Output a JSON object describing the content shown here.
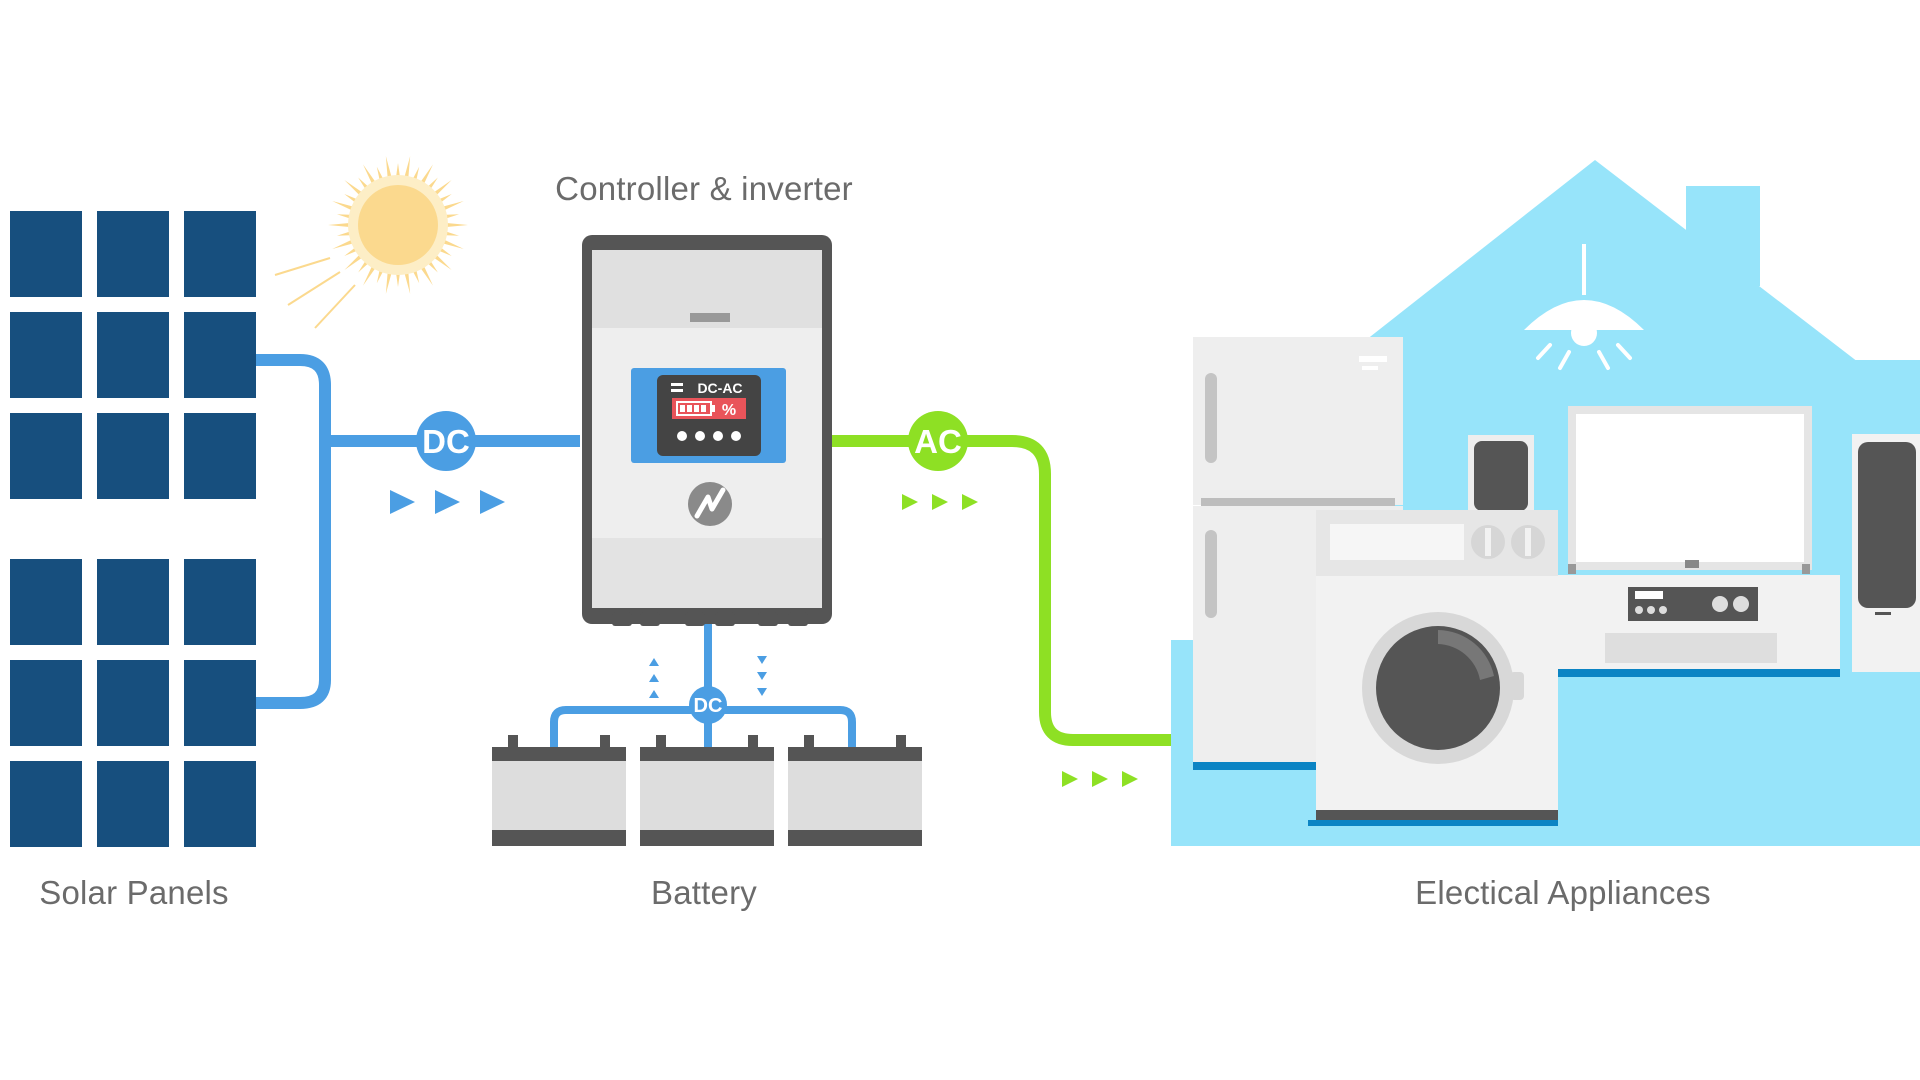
{
  "labels": {
    "controller": "Controller & inverter",
    "solar": "Solar Panels",
    "battery": "Battery",
    "appliances": "Electical Appliances"
  },
  "badges": {
    "dc_main": "DC",
    "ac_main": "AC",
    "dc_battery": "DC"
  },
  "display": {
    "mode": "DC-AC",
    "unit": "%"
  },
  "colors": {
    "panel": "#174f7e",
    "dc_line": "#4b9ee3",
    "ac_line": "#8ee024",
    "sun": "#fbd98e",
    "house": "#97e4fa",
    "house_shadow": "#0b84c4",
    "appliance": "#eeeeee",
    "dark_gray": "#555555",
    "battery_red": "#e9545a"
  }
}
